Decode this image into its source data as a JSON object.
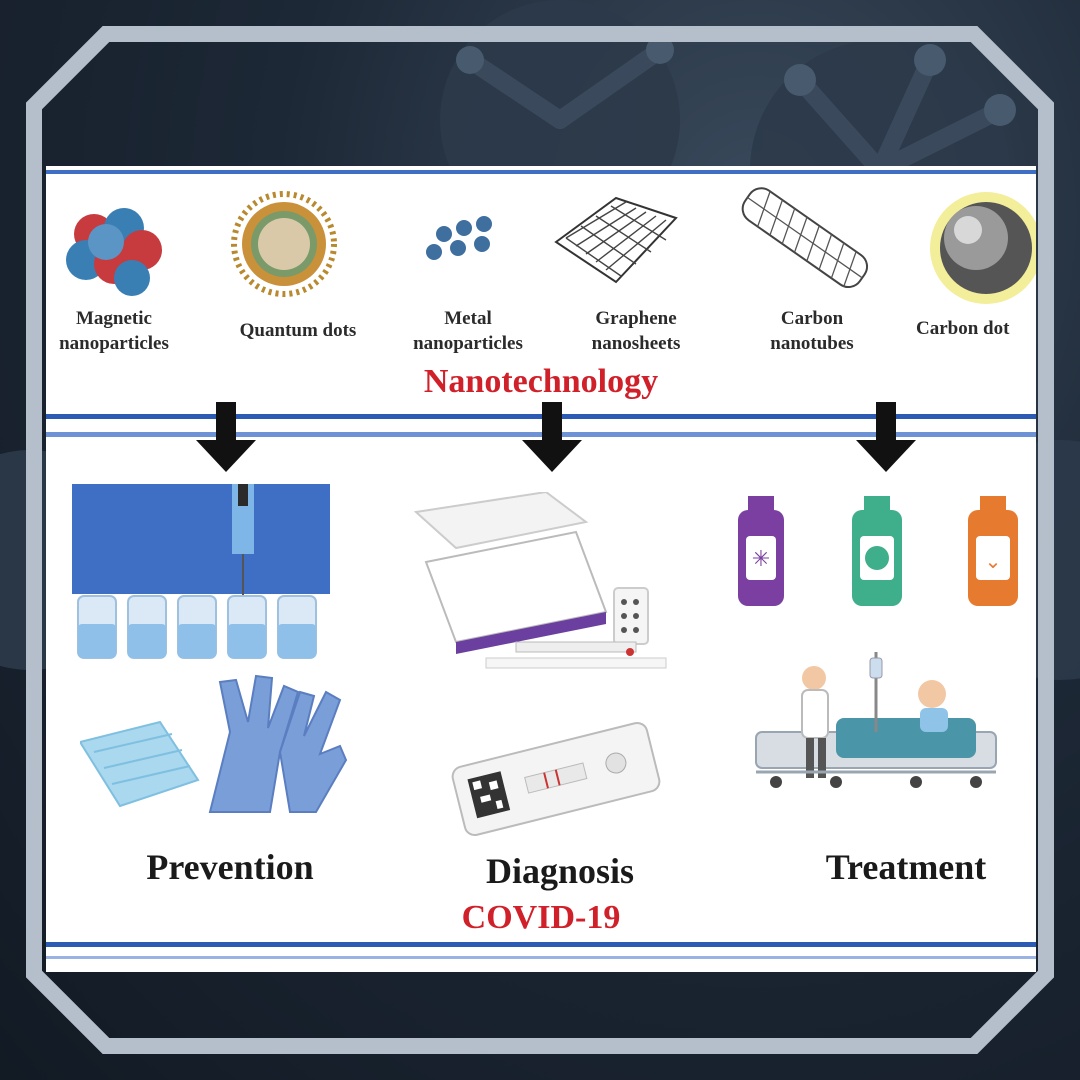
{
  "nanomaterials": [
    {
      "label": "Magnetic\nnanoparticles",
      "icon": "magnetic-nanoparticles-icon"
    },
    {
      "label": "Quantum dots",
      "icon": "quantum-dots-icon"
    },
    {
      "label": "Metal\nnanoparticles",
      "icon": "metal-nanoparticles-icon"
    },
    {
      "label": "Graphene\nnanosheets",
      "icon": "graphene-nanosheets-icon"
    },
    {
      "label": "Carbon\nnanotubes",
      "icon": "carbon-nanotubes-icon"
    },
    {
      "label": "Carbon dot",
      "icon": "carbon-dot-icon"
    }
  ],
  "nanotechnology_title": "Nanotechnology",
  "applications": [
    {
      "label": "Prevention",
      "icons": [
        "vaccine-vials-icon",
        "face-mask-icon",
        "gloves-icon"
      ]
    },
    {
      "label": "Diagnosis",
      "icons": [
        "test-kit-box-icon",
        "rapid-test-cassette-icon"
      ]
    },
    {
      "label": "Treatment",
      "icons": [
        "medicine-bottles-icon",
        "hospital-bed-icon"
      ]
    }
  ],
  "covid_title": "COVID-19",
  "colors": {
    "accent_red": "#d0202a",
    "rule_blue": "#2c5bb5",
    "frame_gray": "#b5bfcb"
  }
}
